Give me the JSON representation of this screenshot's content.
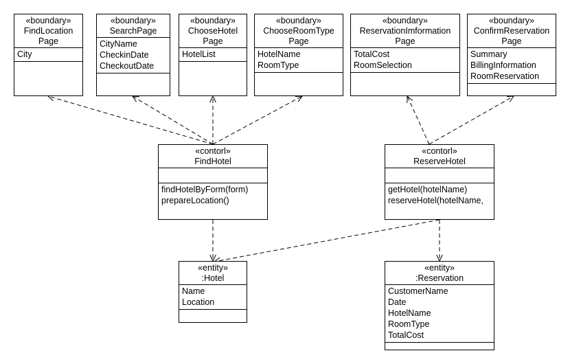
{
  "classes": {
    "find_location_page": {
      "stereotype": "«boundary»",
      "name_lines": [
        "FindLocation",
        "Page"
      ],
      "attributes": [
        "City"
      ],
      "operations": []
    },
    "search_page": {
      "stereotype": "«boundary»",
      "name_lines": [
        "SearchPage"
      ],
      "attributes": [
        "CityName",
        "CheckinDate",
        "CheckoutDate"
      ],
      "operations": []
    },
    "choose_hotel_page": {
      "stereotype": "«boundary»",
      "name_lines": [
        "ChooseHotel",
        "Page"
      ],
      "attributes": [
        "HotelList"
      ],
      "operations": []
    },
    "choose_room_type_page": {
      "stereotype": "«boundary»",
      "name_lines": [
        "ChooseRoomType",
        "Page"
      ],
      "attributes": [
        "HotelName",
        "RoomType"
      ],
      "operations": []
    },
    "reservation_information_page": {
      "stereotype": "«boundary»",
      "name_lines": [
        "ReservationImformation",
        "Page"
      ],
      "attributes": [
        "TotalCost",
        "RoomSelection"
      ],
      "operations": []
    },
    "confirm_reservation_page": {
      "stereotype": "«boundary»",
      "name_lines": [
        "ConfirmReservation",
        "Page"
      ],
      "attributes": [
        "Summary",
        "BillingInformation",
        "RoomReservation"
      ],
      "operations": []
    },
    "find_hotel": {
      "stereotype": "«contorl»",
      "name_lines": [
        "FindHotel"
      ],
      "attributes": [],
      "operations": [
        "findHotelByForm(form)",
        "prepareLocation()"
      ]
    },
    "reserve_hotel": {
      "stereotype": "«contorl»",
      "name_lines": [
        "ReserveHotel"
      ],
      "attributes": [],
      "operations": [
        "getHotel(hotelName)",
        "reserveHotel(hotelName,"
      ]
    },
    "hotel": {
      "stereotype": "«entity»",
      "name_lines": [
        ":Hotel"
      ],
      "attributes": [
        "Name",
        "Location"
      ],
      "operations": []
    },
    "reservation": {
      "stereotype": "«entity»",
      "name_lines": [
        ":Reservation"
      ],
      "attributes": [
        "CustomerName",
        "Date",
        "HotelName",
        "RoomType",
        "TotalCost"
      ],
      "operations": []
    }
  },
  "dependencies": [
    {
      "from": "find_hotel",
      "to": "find_location_page"
    },
    {
      "from": "find_hotel",
      "to": "search_page"
    },
    {
      "from": "find_hotel",
      "to": "choose_hotel_page"
    },
    {
      "from": "find_hotel",
      "to": "choose_room_type_page"
    },
    {
      "from": "find_hotel",
      "to": "hotel"
    },
    {
      "from": "reserve_hotel",
      "to": "reservation_information_page"
    },
    {
      "from": "reserve_hotel",
      "to": "confirm_reservation_page"
    },
    {
      "from": "reserve_hotel",
      "to": "hotel"
    },
    {
      "from": "reserve_hotel",
      "to": "reservation"
    }
  ]
}
